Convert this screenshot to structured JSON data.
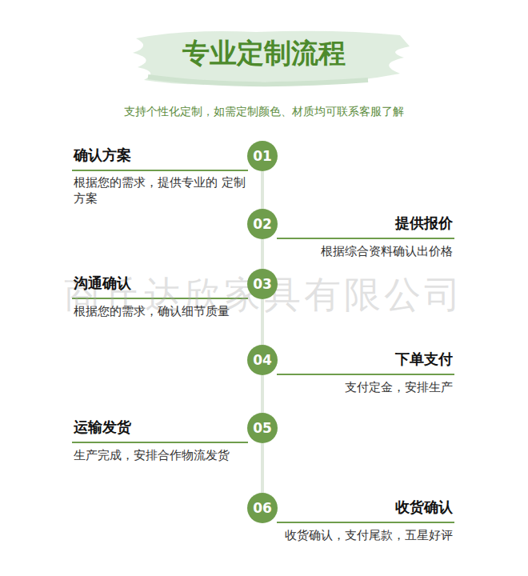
{
  "diagram": {
    "title": "专业定制流程",
    "nodes": [
      {
        "text": [
          "01"
        ]
      },
      {
        "text": [
          "02"
        ]
      },
      {
        "text": [
          "03"
        ]
      },
      {
        "text": [
          "04"
        ]
      },
      {
        "text": [
          "05"
        ]
      },
      {
        "text": [
          "06"
        ]
      }
    ],
    "edges": [
      {
        "from": 0,
        "to": 1,
        "arrow": "none"
      },
      {
        "from": 1,
        "to": 2,
        "arrow": "none"
      },
      {
        "from": 2,
        "to": 3,
        "arrow": "none"
      },
      {
        "from": 3,
        "to": 4,
        "arrow": "none"
      },
      {
        "from": 4,
        "to": 5,
        "arrow": "none"
      }
    ],
    "labels": [
      "支持个性化定制，如需定制颜色、材质均可联系客服了解",
      "确认方案",
      "根据您的需求，提供专业的 定制方案",
      "提供报价",
      "根据综合资料确认出价格",
      "沟通确认",
      "根据您的需求，确认细节质量",
      "下单支付",
      "支付定金，安排生产",
      "运输发货",
      "生产完成，安排合作物流发货",
      "收货确认",
      "收货确认，支付尾款，五星好评",
      "商丘达欣家具有限公司"
    ]
  }
}
